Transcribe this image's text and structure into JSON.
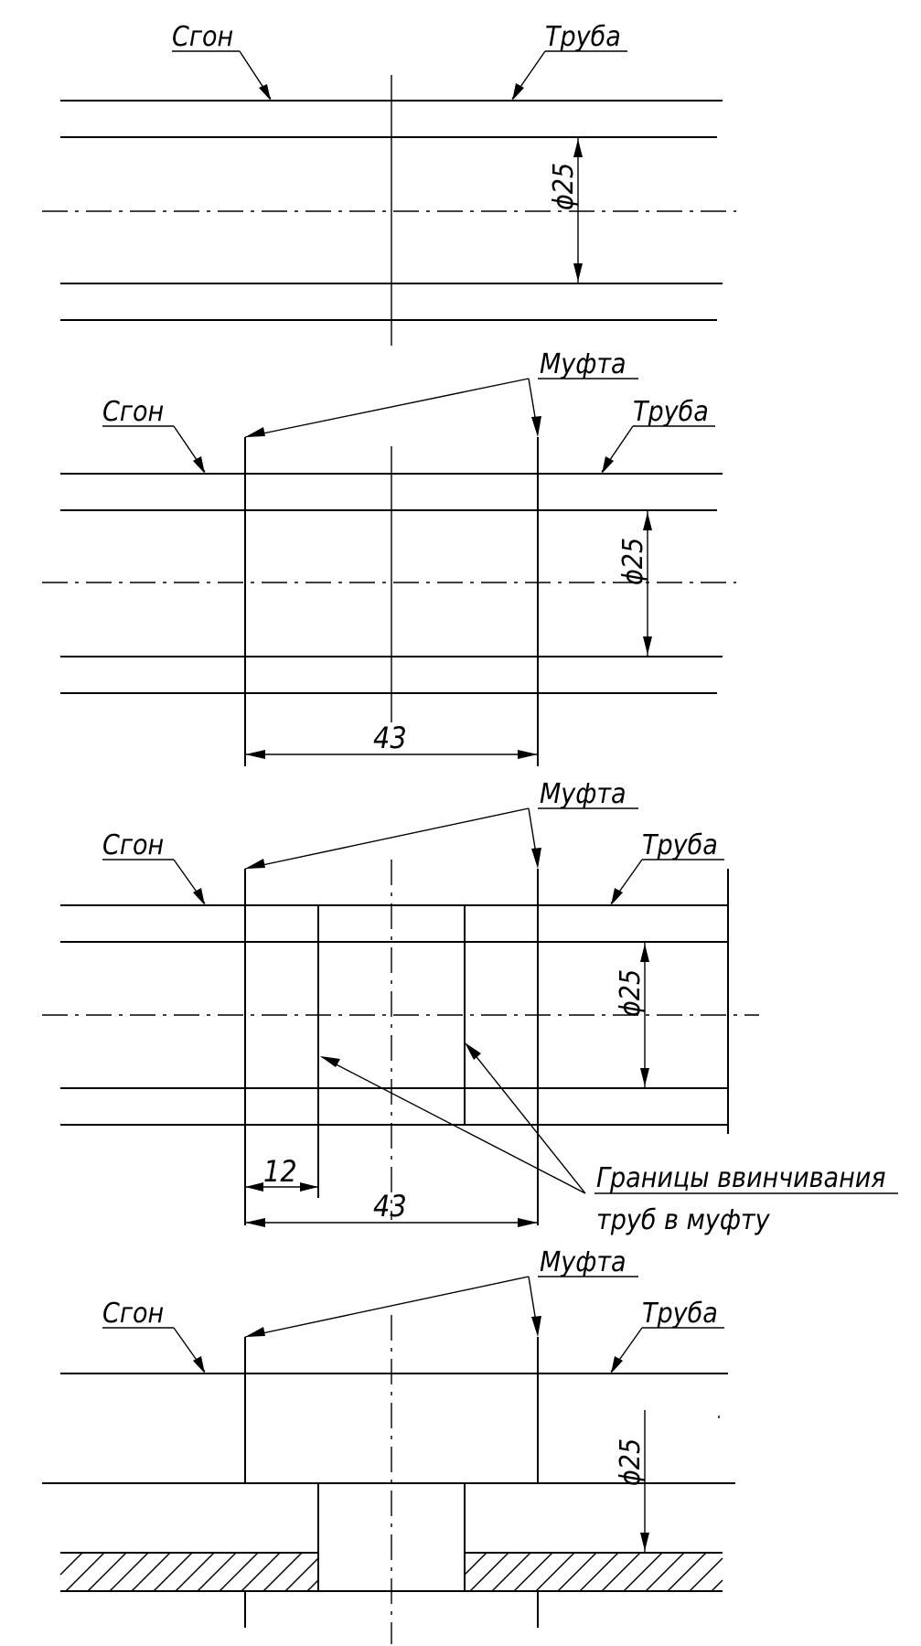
{
  "labels": {
    "sgon": "Сгон",
    "truba": "Труба",
    "mufta": "Муфта",
    "boundaries_line1": "Границы ввинчивания",
    "boundaries_line2": "труб в муфту"
  },
  "dimensions": {
    "diameter": "ϕ25",
    "coupling_length": "43",
    "thread_length": "12"
  }
}
